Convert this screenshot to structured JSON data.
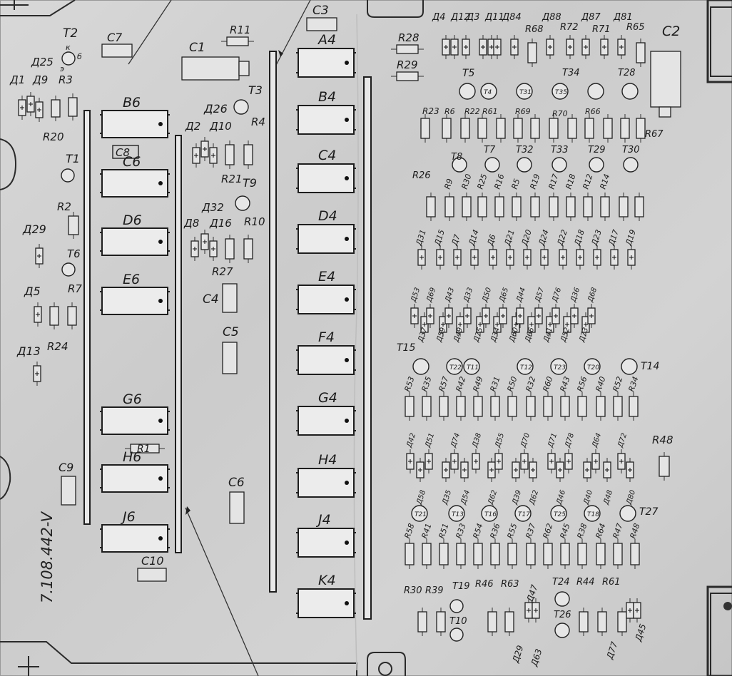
{
  "drawing_number": "7.108.442-V",
  "left_column": {
    "transistors": [
      "T2",
      "T1",
      "T6"
    ],
    "pin_labels": [
      "к",
      "б",
      "э"
    ],
    "resistors": [
      "R3",
      "R20",
      "R2",
      "R7",
      "R24"
    ],
    "diodes": [
      "Д25",
      "Д1",
      "Д9",
      "Д29",
      "Д5",
      "Д13"
    ]
  },
  "chip_column_b": [
    "B6",
    "C6",
    "D6",
    "E6",
    "G6",
    "H6",
    "J6"
  ],
  "chip_column_a": [
    "A4",
    "B4",
    "C4",
    "D4",
    "E4",
    "F4",
    "G4",
    "H4",
    "J4",
    "K4"
  ],
  "capacitors": [
    "C7",
    "C1",
    "C3",
    "C8",
    "C4",
    "C5",
    "C6",
    "C9",
    "C10",
    "C2"
  ],
  "middle_column": {
    "resistors": [
      "R11",
      "R4",
      "R21",
      "R10",
      "R27",
      "R1"
    ],
    "transistors": [
      "T3",
      "T9"
    ],
    "diodes": [
      "Д26",
      "Д2",
      "Д10",
      "Д32",
      "Д8",
      "Д16"
    ]
  },
  "right_area": {
    "top_diode_labels": [
      "Д4",
      "Д12",
      "Д3",
      "Д11",
      "Д84",
      "Д88",
      "Д87",
      "Д81"
    ],
    "top_resistor_labels": [
      "R28",
      "R29",
      "R68",
      "R72",
      "R71",
      "R65"
    ],
    "transistors_row1": [
      "T5",
      "T4",
      "T31",
      "T35",
      "T34",
      "T28"
    ],
    "resistor_row1": [
      "R23",
      "R6",
      "R22",
      "R61",
      "R69",
      "R70",
      "R66",
      "R67"
    ],
    "transistors_row2": [
      "T8",
      "T7",
      "T32",
      "T33",
      "T29",
      "T30"
    ],
    "resistor_row2": [
      "R26",
      "R9",
      "R30",
      "R25",
      "R16",
      "R5",
      "R19",
      "R17",
      "R18",
      "R12",
      "R14"
    ],
    "diode_row1": [
      "Д31",
      "Д15",
      "Д7",
      "Д14",
      "Д6",
      "Д21",
      "Д20",
      "Д24",
      "Д22",
      "Д18",
      "Д23",
      "Д17",
      "Д19"
    ],
    "diode_row2": [
      "Д53",
      "Д37",
      "Д69",
      "Д59",
      "Д43",
      "Д49",
      "Д33",
      "Д75",
      "Д50",
      "Д34",
      "Д65",
      "Д60",
      "Д44",
      "Д66",
      "Д57",
      "Д41",
      "Д76",
      "Д52",
      "Д36",
      "Д73",
      "Д68"
    ],
    "transistors_row3": [
      "T15",
      "T22",
      "T11",
      "T12",
      "T23",
      "T20",
      "T14"
    ],
    "resistor_row3": [
      "R53",
      "R35",
      "R57",
      "R42",
      "R49",
      "R31",
      "R50",
      "R32",
      "R60",
      "R43",
      "R56",
      "R40",
      "R52",
      "R34"
    ],
    "diode_row3": [
      "Д42",
      "Д58",
      "Д51",
      "Д35",
      "Д74",
      "Д54",
      "Д38",
      "Д62",
      "Д55",
      "Д39",
      "Д70",
      "Д62",
      "Д71",
      "Д46",
      "Д78",
      "Д40",
      "Д64",
      "Д48",
      "Д72",
      "Д80"
    ],
    "transistors_row4": [
      "T21",
      "T13",
      "T16",
      "T17",
      "T25",
      "T18",
      "T27"
    ],
    "resistor_row4": [
      "R58",
      "R41",
      "R51",
      "R33",
      "R54",
      "R36",
      "R55",
      "R37",
      "R62",
      "R45",
      "R38",
      "R64",
      "R47",
      "R48"
    ],
    "bottom_labels": [
      "R30",
      "R39",
      "T19",
      "R46",
      "R63",
      "Д47",
      "T24",
      "R44",
      "R61",
      "T10",
      "T26",
      "Д29",
      "Д63",
      "Д77",
      "Д45"
    ]
  }
}
